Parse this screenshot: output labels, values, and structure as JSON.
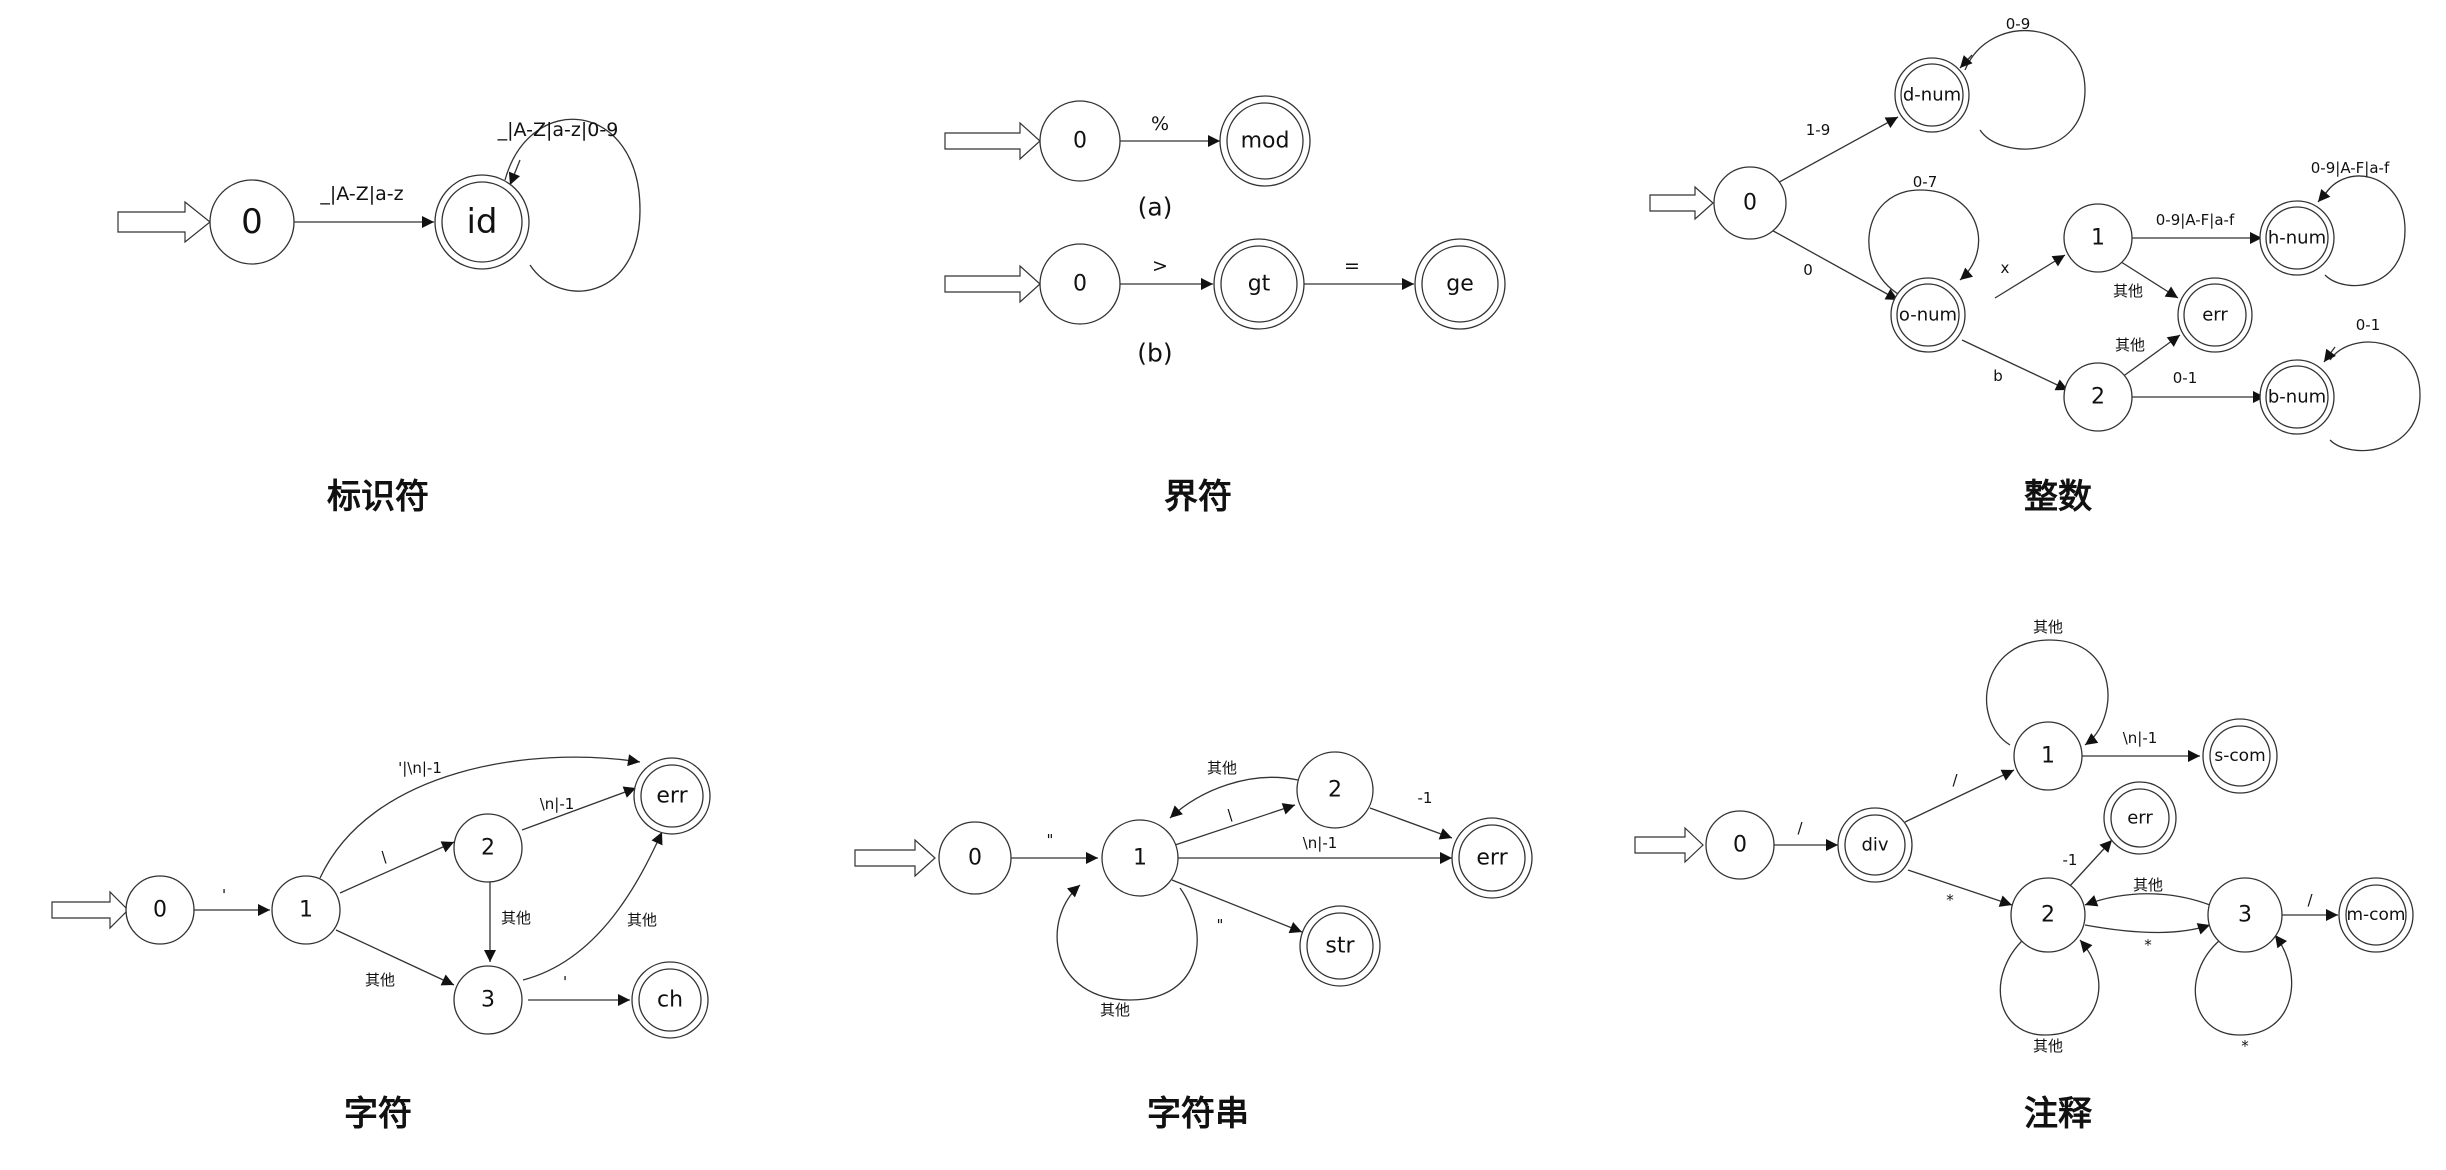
{
  "panels": [
    {
      "title": "标识符",
      "states": {
        "s0": "0",
        "id": "id"
      },
      "edges": {
        "s0_id": "_|A-Z|a-z",
        "id_loop": "_|A-Z|a-z|0-9"
      }
    },
    {
      "title": "界符",
      "a": {
        "s0": "0",
        "mod": "mod",
        "edge": "%",
        "caption": "(a)"
      },
      "b": {
        "s0": "0",
        "gt": "gt",
        "ge": "ge",
        "edge1": ">",
        "edge2": "=",
        "caption": "(b)"
      }
    },
    {
      "title": "整数",
      "states": {
        "s0": "0",
        "dnum": "d-num",
        "onum": "o-num",
        "s1": "1",
        "s2": "2",
        "hnum": "h-num",
        "err": "err",
        "bnum": "b-num"
      },
      "edges": {
        "s0_dnum": "1-9",
        "dnum_loop": "0-9",
        "s0_onum": "0",
        "onum_loop": "0-7",
        "onum_s1": "x",
        "onum_s2": "b",
        "s1_hnum": "0-9|A-F|a-f",
        "hnum_loop": "0-9|A-F|a-f",
        "s1_err": "其他",
        "s2_err": "其他",
        "s2_bnum": "0-1",
        "bnum_loop": "0-1"
      }
    },
    {
      "title": "字符",
      "states": {
        "s0": "0",
        "s1": "1",
        "s2": "2",
        "s3": "3",
        "err": "err",
        "ch": "ch"
      },
      "edges": {
        "s0_s1": "'",
        "s1_err": "'|\\n|-1",
        "s1_s2": "\\",
        "s2_err": "\\n|-1",
        "s2_s3": "其他",
        "s1_s3": "其他",
        "s3_err": "其他",
        "s3_ch": "'"
      }
    },
    {
      "title": "字符串",
      "states": {
        "s0": "0",
        "s1": "1",
        "s2": "2",
        "err": "err",
        "str": "str"
      },
      "edges": {
        "s0_s1": "\"",
        "s1_s2": "\\",
        "s2_s1": "其他",
        "s2_err": "-1",
        "s1_err": "\\n|-1",
        "s1_str": "\"",
        "s1_loop": "其他"
      }
    },
    {
      "title": "注释",
      "states": {
        "s0": "0",
        "div": "div",
        "s1": "1",
        "scom": "s-com",
        "err": "err",
        "s2": "2",
        "s3": "3",
        "mcom": "m-com"
      },
      "edges": {
        "s0_div": "/",
        "div_s1": "/",
        "s1_loop": "其他",
        "s1_scom": "\\n|-1",
        "div_s2": "*",
        "s2_err": "-1",
        "s2_s3": "*",
        "s3_s2": "其他",
        "s2_loop": "其他",
        "s3_loop": "*",
        "s3_mcom": "/"
      }
    }
  ]
}
